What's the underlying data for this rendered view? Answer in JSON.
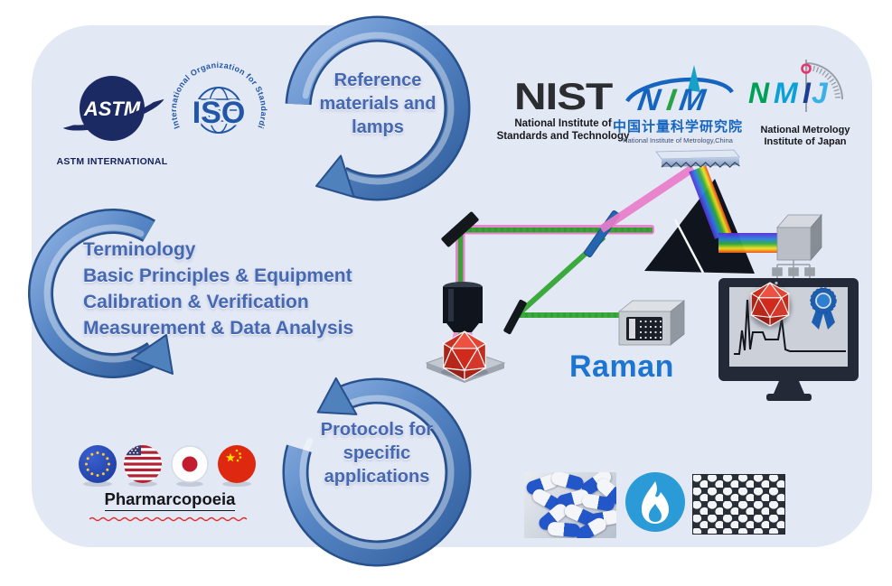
{
  "figure": {
    "background": "#ffffff",
    "panel_color": "#e3e8f5"
  },
  "standards_bodies": {
    "astm": {
      "monogram": "ASTM",
      "name": "ASTM INTERNATIONAL"
    },
    "iso": {
      "monogram": "ISO",
      "ring_text": "International Organization for Standardization"
    },
    "nist": {
      "monogram": "NIST",
      "name_line1": "National Institute of",
      "name_line2": "Standards and Technology"
    },
    "nim": {
      "letters": [
        "N",
        "I",
        "M"
      ],
      "name_cn": "中国计量科学研究院",
      "name_en": "National Institute of Metrology,China"
    },
    "nmij": {
      "letters": [
        "N",
        "M",
        "I",
        "J"
      ],
      "name_line1": "National Metrology",
      "name_line2": "Institute of Japan"
    }
  },
  "cycle": {
    "reference_label": "Reference materials and lamps",
    "topics": [
      "Terminology",
      "Basic Principles & Equipment",
      "Calibration & Verification",
      "Measurement & Data Analysis"
    ],
    "protocols_label": "Protocols for specific applications"
  },
  "instrument": {
    "label": "Raman"
  },
  "pharmacopoeia": {
    "label": "Pharmarcopoeia",
    "flags": [
      "EU",
      "USA",
      "Japan",
      "China"
    ]
  },
  "applications": [
    "pharmaceutical-capsules-photo",
    "natural-gas-flame-icon",
    "graphene-lattice-icon"
  ],
  "colors": {
    "arrow_blue": "#4f81bd",
    "label_blue": "#4468b1",
    "raman_blue": "#1b75d1",
    "beam_pink": "#e87cc8",
    "beam_green": "#2ea32e",
    "flame_blue": "#2b9bd7"
  }
}
